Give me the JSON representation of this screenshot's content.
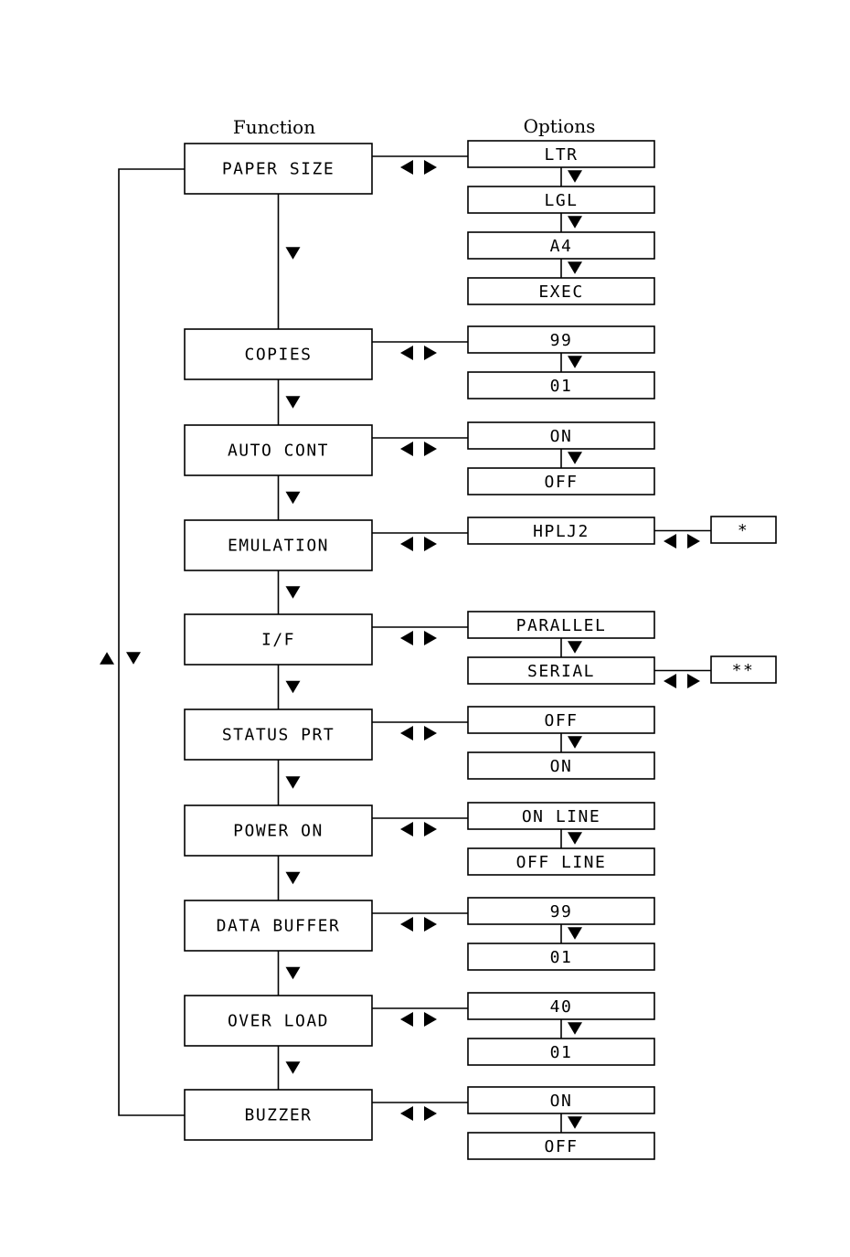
{
  "headers": {
    "function": "Function",
    "options": "Options"
  },
  "rows": [
    {
      "function": "PAPER SIZE",
      "options": [
        "LTR",
        "LGL",
        "A4",
        "EXEC"
      ]
    },
    {
      "function": "COPIES",
      "options": [
        "99",
        "01"
      ]
    },
    {
      "function": "AUTO CONT",
      "options": [
        "ON",
        "OFF"
      ]
    },
    {
      "function": "EMULATION",
      "options": [
        "HPLJ2"
      ],
      "extras": [
        {
          "option_index": 0,
          "label": "*"
        }
      ]
    },
    {
      "function": "I/F",
      "options": [
        "PARALLEL",
        "SERIAL"
      ],
      "extras": [
        {
          "option_index": 1,
          "label": "**"
        }
      ]
    },
    {
      "function": "STATUS PRT",
      "options": [
        "OFF",
        "ON"
      ]
    },
    {
      "function": "POWER ON",
      "options": [
        "ON LINE",
        "OFF LINE"
      ]
    },
    {
      "function": "DATA BUFFER",
      "options": [
        "99",
        "01"
      ]
    },
    {
      "function": "OVER LOAD",
      "options": [
        "40",
        "01"
      ]
    },
    {
      "function": "BUZZER",
      "options": [
        "ON",
        "OFF"
      ]
    }
  ]
}
